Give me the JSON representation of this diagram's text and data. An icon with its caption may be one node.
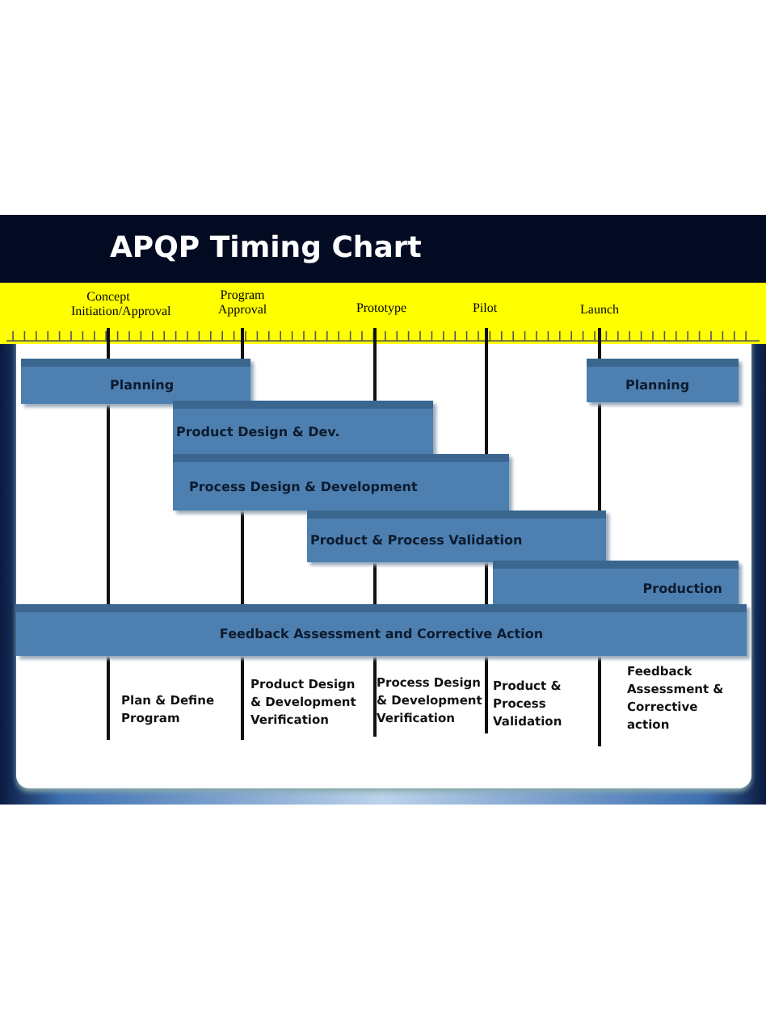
{
  "diagram": {
    "title": "APQP Timing Chart",
    "nodes": [
      {
        "text": [
          "Planning"
        ]
      },
      {
        "text": [
          "Planning"
        ]
      },
      {
        "text": [
          "Product Design & Dev."
        ]
      },
      {
        "text": [
          "Process Design & Development"
        ]
      },
      {
        "text": [
          "Product & Process Validation"
        ]
      },
      {
        "text": [
          "Production"
        ]
      },
      {
        "text": [
          "Feedback Assessment and Corrective Action"
        ]
      }
    ],
    "labels": [
      "Concept Initiation/Approval",
      "Program Approval",
      "Prototype",
      "Pilot",
      "Launch",
      "Plan & Define Program",
      "Product Design & Development Verification",
      "Process Design & Development Verification",
      "Product & Process Validation",
      "Feedback Assessment & Corrective action"
    ]
  }
}
